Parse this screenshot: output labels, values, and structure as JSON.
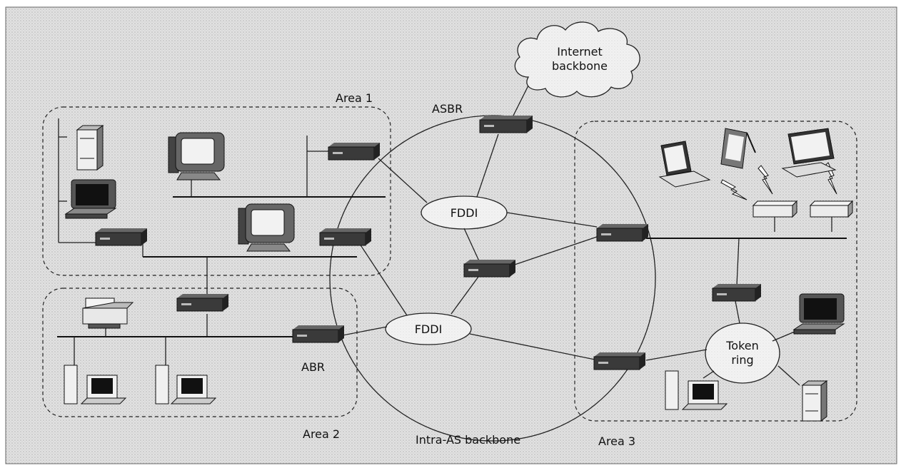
{
  "figure": {
    "areas": [
      {
        "id": "area1",
        "label": "Area 1"
      },
      {
        "id": "area2",
        "label": "Area 2"
      },
      {
        "id": "area3",
        "label": "Area 3"
      }
    ],
    "labels": {
      "asbr": "ASBR",
      "abr": "ABR",
      "intra_as": "Intra-AS backbone",
      "internet_line1": "Internet",
      "internet_line2": "backbone",
      "fddi_top": "FDDI",
      "fddi_bottom": "FDDI",
      "token_line1": "Token",
      "token_line2": "ring"
    },
    "colors": {
      "background": "#d9d9d9",
      "stroke": "#1a1a1a",
      "device_dark": "#3a3a3a",
      "device_light": "#e8e8e8"
    }
  }
}
